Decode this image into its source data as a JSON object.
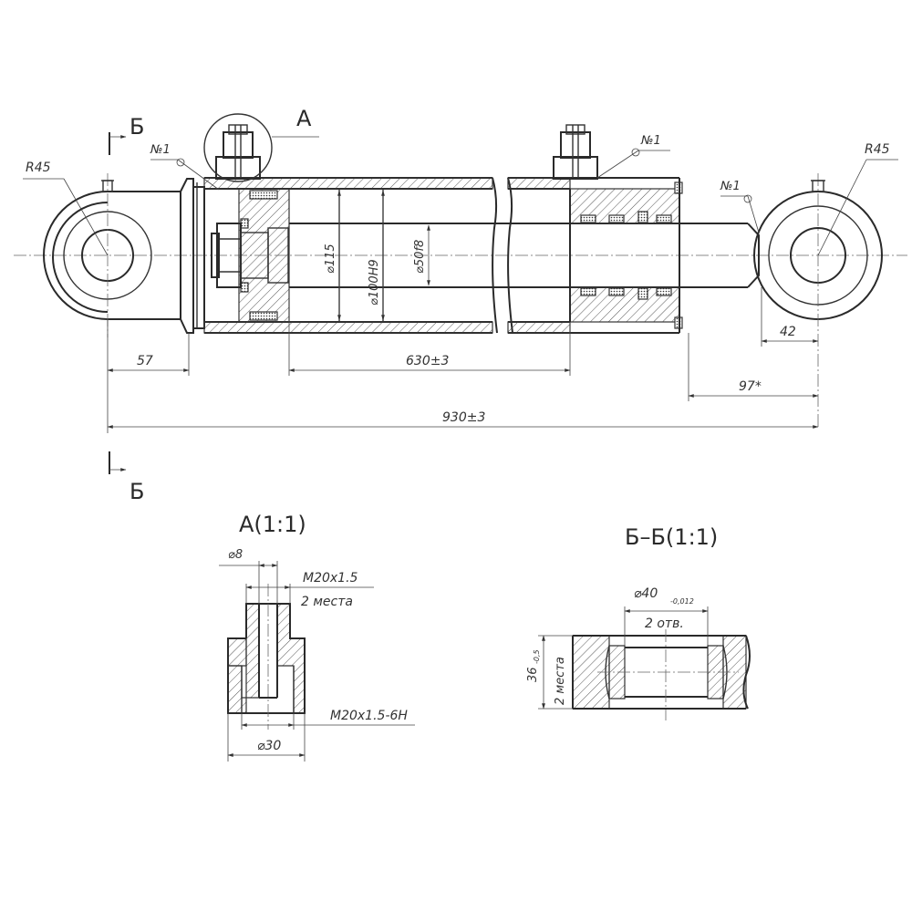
{
  "cylinder": {
    "view_letter_a": "А",
    "section_letter_b_top": "Б",
    "section_letter_b_bottom": "Б",
    "radius_left": "R45",
    "radius_right": "R45",
    "marker_1": "№1",
    "marker_2": "№1",
    "marker_3": "№1",
    "dia_rod_outer": "⌀115",
    "dia_bore": "⌀100H9",
    "dia_rod": "⌀50f8",
    "dim_57": "57",
    "dim_630": "630±3",
    "dim_930": "930±3",
    "dim_42": "42",
    "dim_97": "97*"
  },
  "detail_a": {
    "title": "А(1:1)",
    "dia_8": "⌀8",
    "thread_top": "М20х1.5",
    "places": "2 места",
    "thread_bottom": "М20х1.5-6Н",
    "dia_30": "⌀30"
  },
  "section_b": {
    "title": "Б–Б(1:1)",
    "dia_40": "⌀40",
    "tolerance": "-0,012",
    "holes": "2 отв.",
    "dim_36": "36",
    "dim_36_tol": "-0,5",
    "places": "2 места"
  }
}
